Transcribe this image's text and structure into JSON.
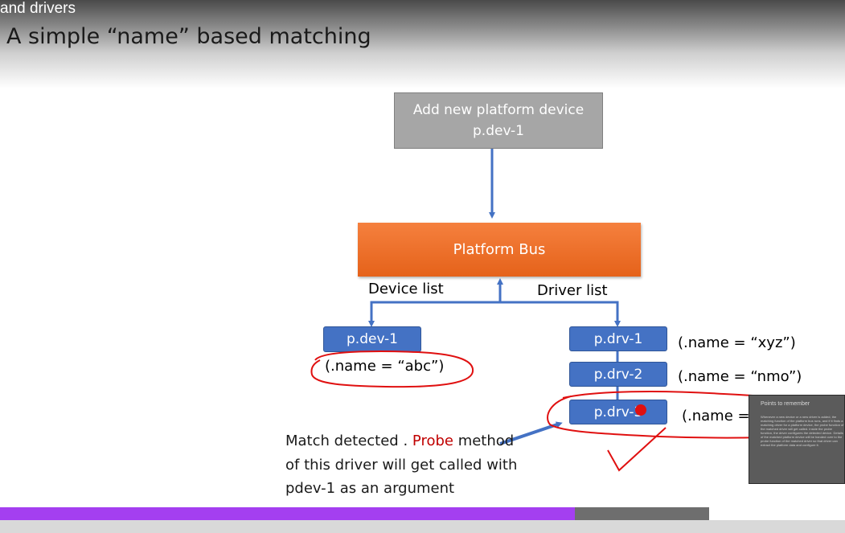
{
  "video": {
    "title_fragment": "and drivers"
  },
  "slide": {
    "title": "A simple “name” based matching",
    "top_box": {
      "line1": "Add new platform device",
      "line2": "p.dev-1"
    },
    "bus_label": "Platform Bus",
    "device_list_label": "Device list",
    "driver_list_label": "Driver list",
    "device": {
      "label": "p.dev-1",
      "name_text": "(.name = “abc”)"
    },
    "drivers": [
      {
        "label": "p.drv-1",
        "name_text": "(.name = “xyz”)"
      },
      {
        "label": "p.drv-2",
        "name_text": "(.name = “nmo”)"
      },
      {
        "label": "p.drv-3",
        "name_text": "(.name = “abc”)"
      }
    ],
    "note": {
      "prefix": "Match detected . ",
      "probe": "Probe",
      "rest": " method of this driver will get called with pdev-1 as an argument"
    }
  },
  "thumbnail": {
    "title": "Points to remember",
    "text": "Whenever a new device or a new driver is added, the matching function of the platform bus runs, and if it finds a matching driver for a platform device, the probe function of the matched driver will get called. Inside the probe function, the driver configures the detected device. Details of the matched platform device will be handed over to the probe function of the matched driver so that driver can extract the platform data and configure it."
  },
  "player": {
    "progress": 0.68
  },
  "colors": {
    "bus": "#ED7D31",
    "node": "#4472C4",
    "annotation": "#E01010",
    "progress": "#A43FF0"
  }
}
